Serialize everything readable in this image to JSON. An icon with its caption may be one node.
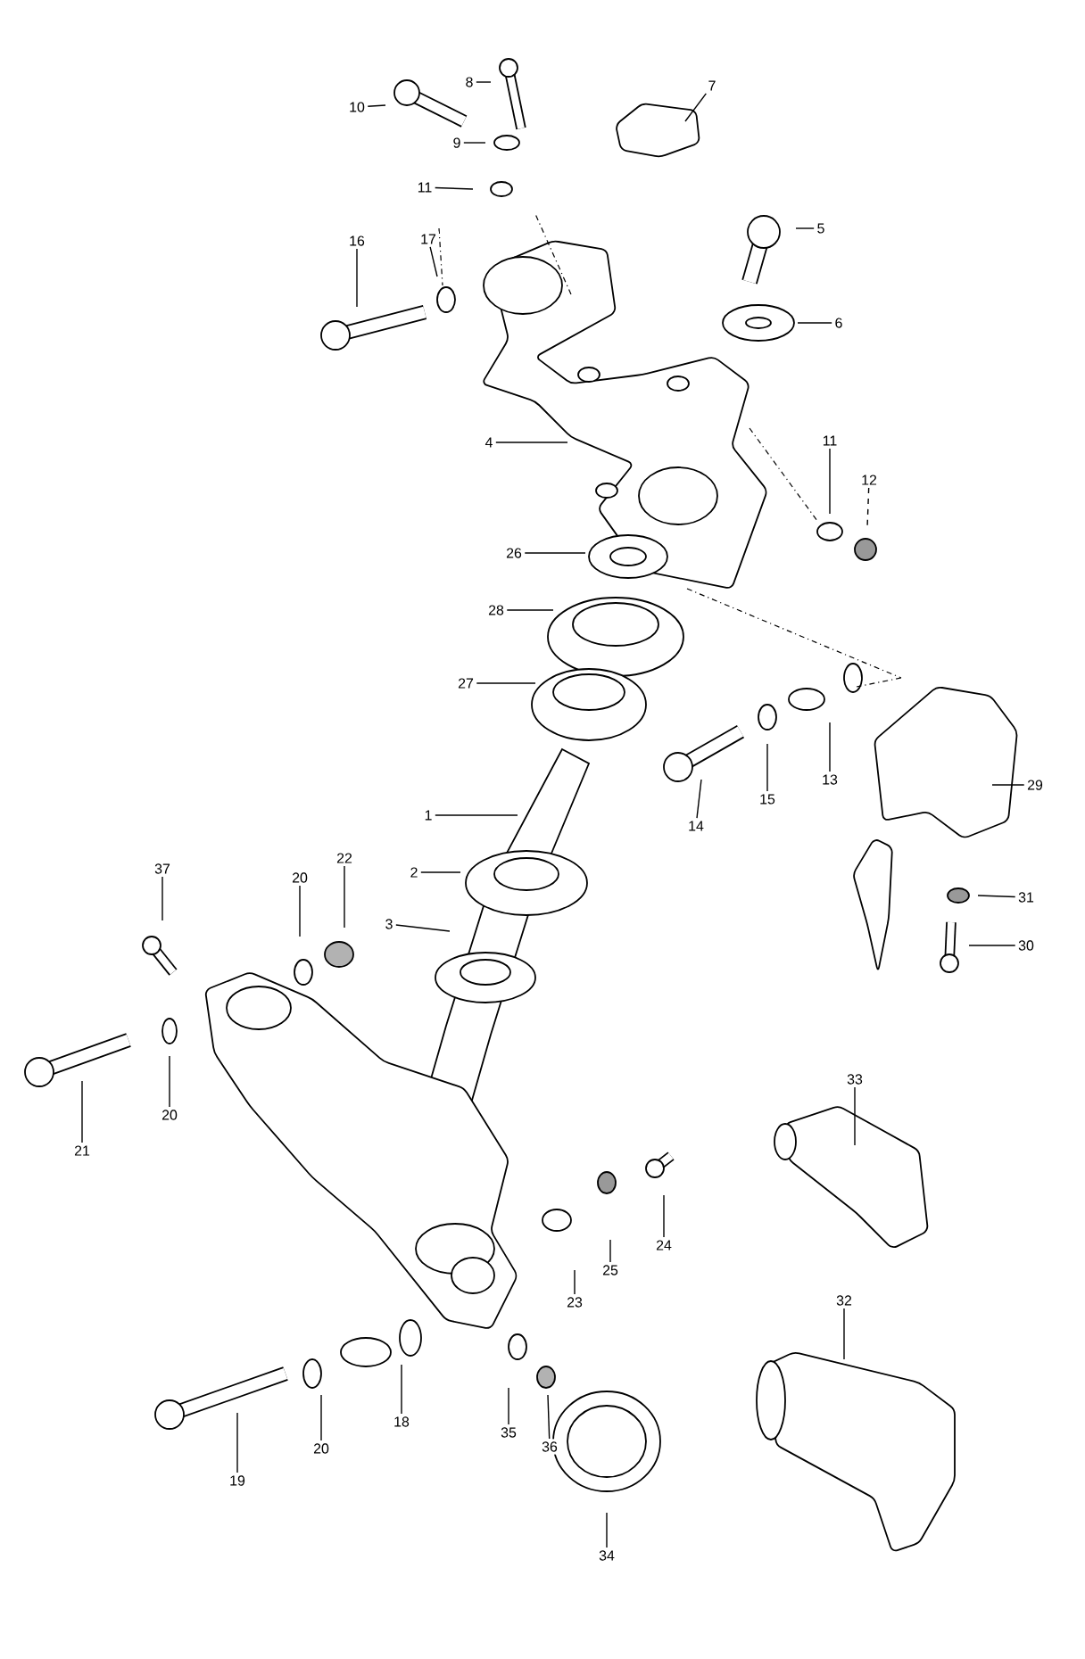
{
  "diagram": {
    "nodes": [
      {
        "text": [
          "10"
        ]
      },
      {
        "text": [
          "8"
        ]
      },
      {
        "text": [
          "9"
        ]
      },
      {
        "text": [
          "7"
        ]
      },
      {
        "text": [
          "11"
        ]
      },
      {
        "text": [
          "5"
        ]
      },
      {
        "text": [
          "16"
        ]
      },
      {
        "text": [
          "17"
        ]
      },
      {
        "text": [
          "6"
        ]
      },
      {
        "text": [
          "4"
        ]
      },
      {
        "text": [
          "11"
        ]
      },
      {
        "text": [
          "12"
        ]
      },
      {
        "text": [
          "26"
        ]
      },
      {
        "text": [
          "28"
        ]
      },
      {
        "text": [
          "27"
        ]
      },
      {
        "text": [
          "29"
        ]
      },
      {
        "text": [
          "14"
        ]
      },
      {
        "text": [
          "15"
        ]
      },
      {
        "text": [
          "13"
        ]
      },
      {
        "text": [
          "1"
        ]
      },
      {
        "text": [
          "2"
        ]
      },
      {
        "text": [
          "37"
        ]
      },
      {
        "text": [
          "20"
        ]
      },
      {
        "text": [
          "22"
        ]
      },
      {
        "text": [
          "3"
        ]
      },
      {
        "text": [
          "31"
        ]
      },
      {
        "text": [
          "30"
        ]
      },
      {
        "text": [
          "21"
        ]
      },
      {
        "text": [
          "20"
        ]
      },
      {
        "text": [
          "33"
        ]
      },
      {
        "text": [
          "24"
        ]
      },
      {
        "text": [
          "25"
        ]
      },
      {
        "text": [
          "23"
        ]
      },
      {
        "text": [
          "32"
        ]
      },
      {
        "text": [
          "18"
        ]
      },
      {
        "text": [
          "19"
        ]
      },
      {
        "text": [
          "20"
        ]
      },
      {
        "text": [
          "35"
        ]
      },
      {
        "text": [
          "36"
        ]
      },
      {
        "text": [
          "34"
        ]
      }
    ],
    "edges": [
      {
        "from": 0,
        "to": null,
        "arrow": "none"
      },
      {
        "from": 1,
        "to": null,
        "arrow": "none"
      },
      {
        "from": 2,
        "to": null,
        "arrow": "none"
      },
      {
        "from": 3,
        "to": null,
        "arrow": "none"
      },
      {
        "from": 4,
        "to": null,
        "arrow": "none"
      },
      {
        "from": 5,
        "to": null,
        "arrow": "none"
      },
      {
        "from": 6,
        "to": null,
        "arrow": "none"
      },
      {
        "from": 7,
        "to": null,
        "arrow": "none"
      },
      {
        "from": 8,
        "to": null,
        "arrow": "none"
      },
      {
        "from": 9,
        "to": null,
        "arrow": "none"
      },
      {
        "from": 10,
        "to": null,
        "arrow": "none"
      },
      {
        "from": 11,
        "to": null,
        "arrow": "none",
        "style": "dashed"
      },
      {
        "from": 12,
        "to": null,
        "arrow": "none"
      },
      {
        "from": 13,
        "to": null,
        "arrow": "none"
      },
      {
        "from": 14,
        "to": null,
        "arrow": "none"
      },
      {
        "from": 15,
        "to": null,
        "arrow": "none"
      },
      {
        "from": 16,
        "to": null,
        "arrow": "none"
      },
      {
        "from": 17,
        "to": null,
        "arrow": "none"
      },
      {
        "from": 18,
        "to": null,
        "arrow": "none"
      },
      {
        "from": 19,
        "to": null,
        "arrow": "none"
      },
      {
        "from": 20,
        "to": null,
        "arrow": "none"
      },
      {
        "from": 21,
        "to": null,
        "arrow": "none"
      },
      {
        "from": 22,
        "to": null,
        "arrow": "none"
      },
      {
        "from": 23,
        "to": null,
        "arrow": "none"
      },
      {
        "from": 24,
        "to": null,
        "arrow": "none"
      },
      {
        "from": 25,
        "to": null,
        "arrow": "none"
      },
      {
        "from": 26,
        "to": null,
        "arrow": "none"
      },
      {
        "from": 27,
        "to": null,
        "arrow": "none"
      },
      {
        "from": 28,
        "to": null,
        "arrow": "none"
      },
      {
        "from": 29,
        "to": null,
        "arrow": "none"
      },
      {
        "from": 30,
        "to": null,
        "arrow": "none"
      },
      {
        "from": 31,
        "to": null,
        "arrow": "none"
      },
      {
        "from": 32,
        "to": null,
        "arrow": "none"
      },
      {
        "from": 33,
        "to": null,
        "arrow": "none"
      },
      {
        "from": 34,
        "to": null,
        "arrow": "none"
      },
      {
        "from": 35,
        "to": null,
        "arrow": "none"
      },
      {
        "from": 36,
        "to": null,
        "arrow": "none"
      },
      {
        "from": 37,
        "to": null,
        "arrow": "none"
      },
      {
        "from": 38,
        "to": null,
        "arrow": "none"
      },
      {
        "from": 39,
        "to": null,
        "arrow": "none"
      }
    ]
  }
}
